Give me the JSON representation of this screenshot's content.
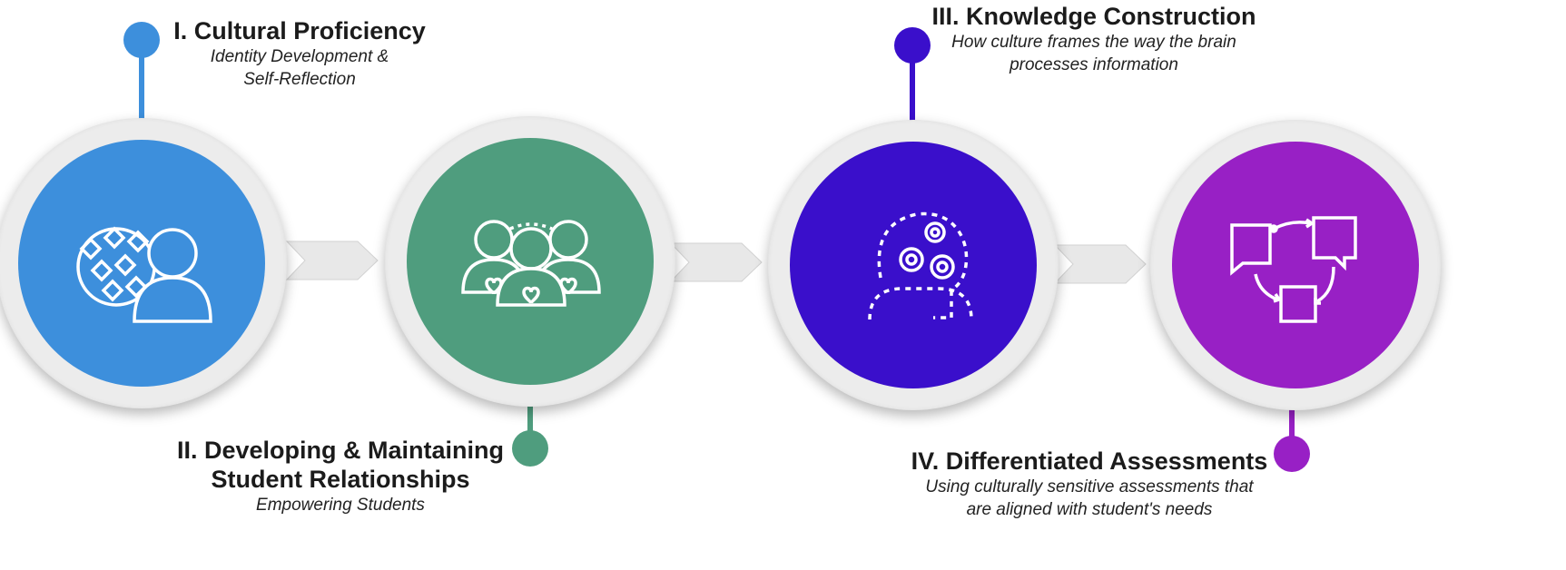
{
  "steps": [
    {
      "title": "I. Cultural Proficiency",
      "subtitle_line1": "Identity Development &",
      "subtitle_line2": "Self-Reflection",
      "color": "#3d8fdc",
      "icon": "globe-person-icon"
    },
    {
      "title_line1": "II. Developing & Maintaining",
      "title_line2": "Student Relationships",
      "subtitle": "Empowering Students",
      "color": "#4f9d7e",
      "icon": "people-hearts-icon"
    },
    {
      "title": "III. Knowledge Construction",
      "subtitle_line1": "How culture frames the way the brain",
      "subtitle_line2": "processes information",
      "color": "#3a0fcb",
      "icon": "head-gears-icon"
    },
    {
      "title": "IV. Differentiated Assessments",
      "subtitle_line1": "Using culturally sensitive assessments that",
      "subtitle_line2": "are aligned with student's needs",
      "color": "#9820c5",
      "icon": "speech-bubbles-cycle-icon"
    }
  ],
  "ring_color": "#ececec",
  "arrow_color": "#e8e8e8"
}
